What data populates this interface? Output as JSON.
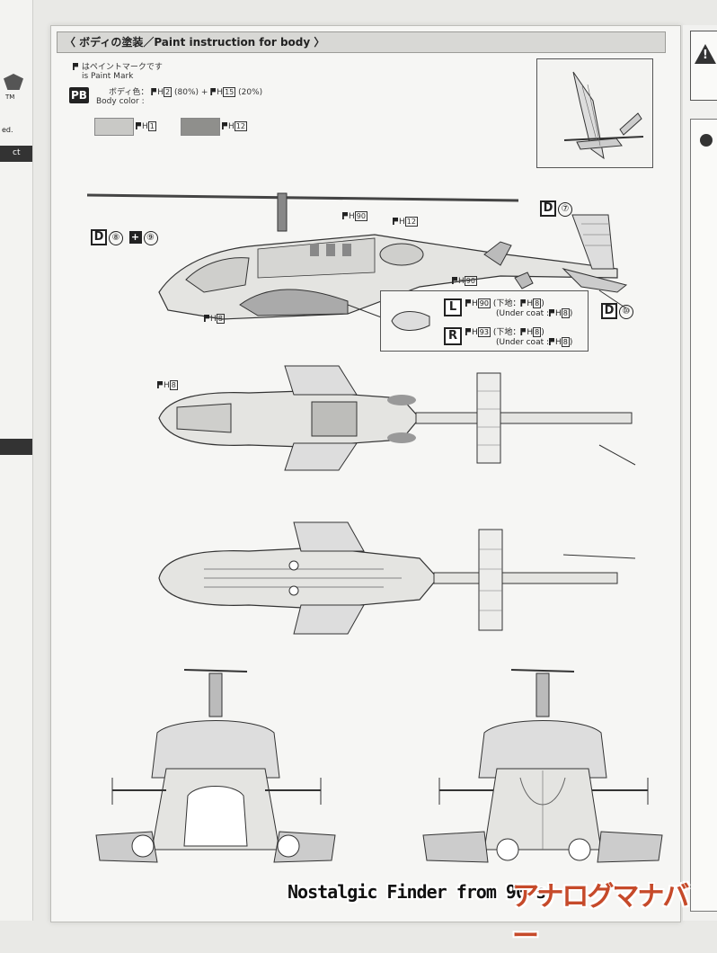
{
  "header": {
    "title": "〈 ボディの塗装／Paint instruction for body 〉"
  },
  "legend": {
    "paint_mark_jp": "はペイントマークです",
    "paint_mark_en": "is Paint Mark",
    "pb_label": "PB",
    "body_color_jp": "ボディ色：",
    "body_color_en": "Body color :",
    "body_mix_a": "2",
    "body_mix_a_pct": "(80%)",
    "body_mix_b": "15",
    "body_mix_b_pct": "(20%)",
    "swatch_1": "1",
    "swatch_2": "12"
  },
  "callouts": {
    "ph90_top": "90",
    "ph12_top": "12",
    "ph90_belly": "90",
    "ph8_nose": "8",
    "ph8_top_view": "8",
    "d7": "D",
    "d7_num": "⑦",
    "d8": "D",
    "d8_num": "⑧",
    "d9_num": "⑨",
    "d10": "D",
    "d10_num": "⑩"
  },
  "missile_box": {
    "l_letter": "L",
    "l_ph": "90",
    "l_under_jp": "(下地：",
    "l_under_jp_num": "8",
    "l_under_en": "(Under coat :",
    "l_under_en_num": "8",
    "r_letter": "R",
    "r_ph": "93",
    "r_under_jp": "(下地：",
    "r_under_jp_num": "8",
    "r_under_en": "(Under coat :",
    "r_under_en_num": "8"
  },
  "left_page": {
    "tm": "TM",
    "fragment": "ed.",
    "tab_label": "ct"
  },
  "watermark": {
    "english": "Nostalgic Finder from 90's",
    "japanese": "アナログマナバー"
  },
  "colors": {
    "swatch_1": "#c9c9c6",
    "swatch_2": "#8f8f8c",
    "watermark_jp": "#c64a2a"
  }
}
